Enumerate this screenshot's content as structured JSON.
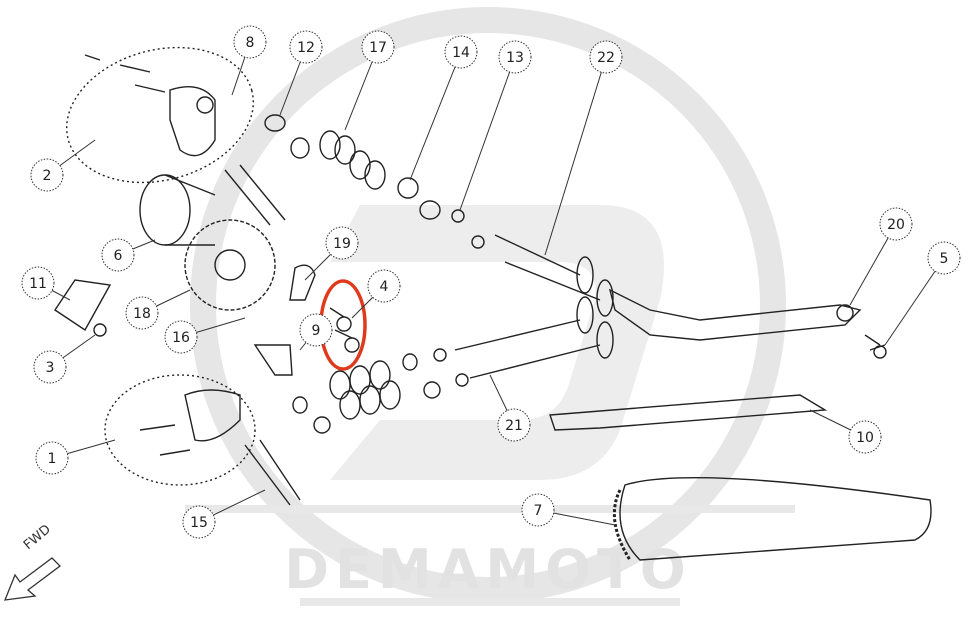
{
  "diagram": {
    "title": "Camshaft / valve train exploded view",
    "watermark": "DEMAMOTO",
    "direction_label": "FWD",
    "highlight_color": "#e03a1e",
    "highlighted_part": "4",
    "callouts": [
      {
        "id": "8",
        "label": "8"
      },
      {
        "id": "12",
        "label": "12"
      },
      {
        "id": "17",
        "label": "17"
      },
      {
        "id": "14",
        "label": "14"
      },
      {
        "id": "13",
        "label": "13"
      },
      {
        "id": "22",
        "label": "22"
      },
      {
        "id": "2",
        "label": "2"
      },
      {
        "id": "6",
        "label": "6"
      },
      {
        "id": "11",
        "label": "11"
      },
      {
        "id": "18",
        "label": "18"
      },
      {
        "id": "3",
        "label": "3"
      },
      {
        "id": "16",
        "label": "16"
      },
      {
        "id": "19",
        "label": "19"
      },
      {
        "id": "4",
        "label": "4"
      },
      {
        "id": "9",
        "label": "9"
      },
      {
        "id": "20",
        "label": "20"
      },
      {
        "id": "5",
        "label": "5"
      },
      {
        "id": "1",
        "label": "1"
      },
      {
        "id": "15",
        "label": "15"
      },
      {
        "id": "21",
        "label": "21"
      },
      {
        "id": "10",
        "label": "10"
      },
      {
        "id": "7",
        "label": "7"
      }
    ]
  }
}
